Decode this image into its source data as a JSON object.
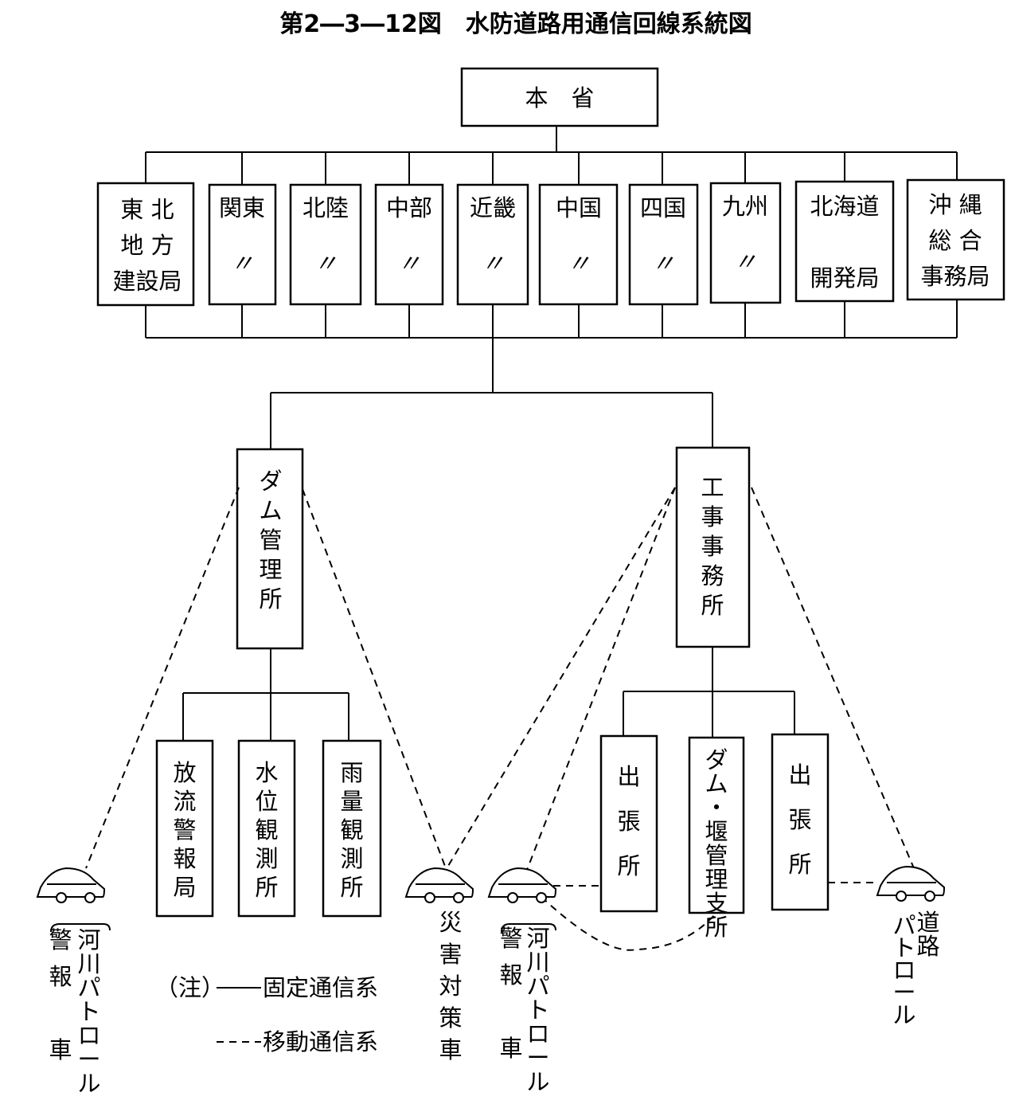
{
  "title": "第2―3―12図　水防道路用通信回線系統図",
  "top": "本　省",
  "regional_bureaus": [
    {
      "lines": [
        "東 北",
        "地 方",
        "建設局"
      ]
    },
    {
      "lines": [
        "関東",
        "〃"
      ]
    },
    {
      "lines": [
        "北陸",
        "〃"
      ]
    },
    {
      "lines": [
        "中部",
        "〃"
      ]
    },
    {
      "lines": [
        "近畿",
        "〃"
      ]
    },
    {
      "lines": [
        "中国",
        "〃"
      ]
    },
    {
      "lines": [
        "四国",
        "〃"
      ]
    },
    {
      "lines": [
        "九州",
        "〃"
      ]
    },
    {
      "lines": [
        "北海道",
        "",
        "開発局"
      ]
    },
    {
      "lines": [
        "沖 縄",
        "総 合",
        "事務局"
      ]
    }
  ],
  "dam_office": "ダム管理所",
  "works_office": "工事事務所",
  "dam_children": [
    "放流警報局",
    "水位観測所",
    "雨量観測所"
  ],
  "works_children": [
    "出張所",
    "ダム・堰管理支所",
    "出張所"
  ],
  "vehicles": {
    "river_patrol_1": [
      "河川パトロール",
      "警報　車"
    ],
    "disaster_car": "災害対策車",
    "river_patrol_2": [
      "河川パトロール",
      "警報　車"
    ],
    "road_patrol": [
      "道路",
      "パトロール"
    ]
  },
  "legend": {
    "note": "（注）",
    "solid": "固定通信系",
    "dashed": "移動通信系"
  }
}
